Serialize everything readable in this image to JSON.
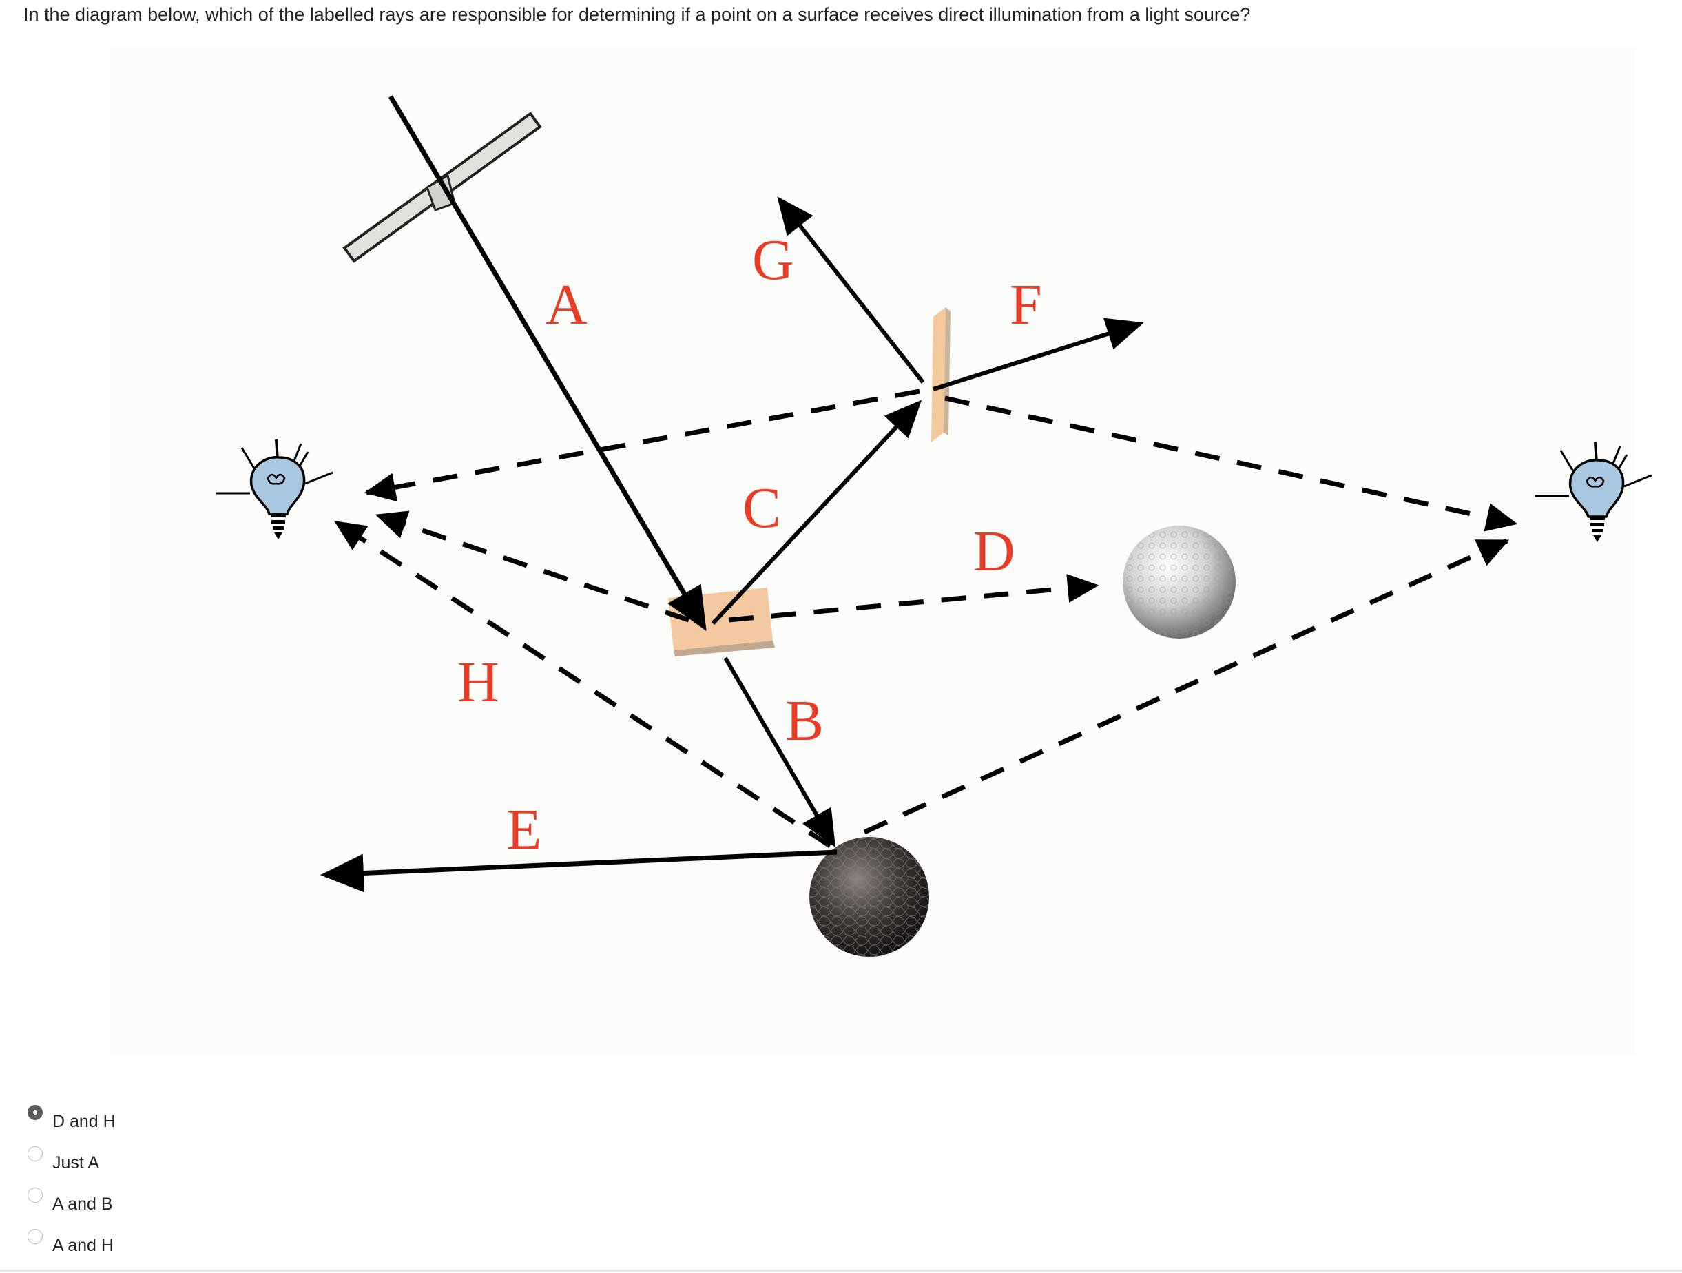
{
  "question": "In the diagram below, which of the labelled rays are responsible for determining if a point on a surface receives direct illumination from a light source?",
  "diagram": {
    "ray_labels": {
      "A": "A",
      "B": "B",
      "C": "C",
      "D": "D",
      "E": "E",
      "F": "F",
      "G": "G",
      "H": "H"
    },
    "label_color": "#e83c26",
    "objects": [
      "glass-plate",
      "light-bulb-left",
      "light-bulb-right",
      "wood-block",
      "wood-panel",
      "golf-ball",
      "rock-sphere"
    ]
  },
  "options": [
    {
      "label": "D and H",
      "selected": true
    },
    {
      "label": "Just A",
      "selected": false
    },
    {
      "label": "A and B",
      "selected": false
    },
    {
      "label": "A and H",
      "selected": false
    }
  ]
}
